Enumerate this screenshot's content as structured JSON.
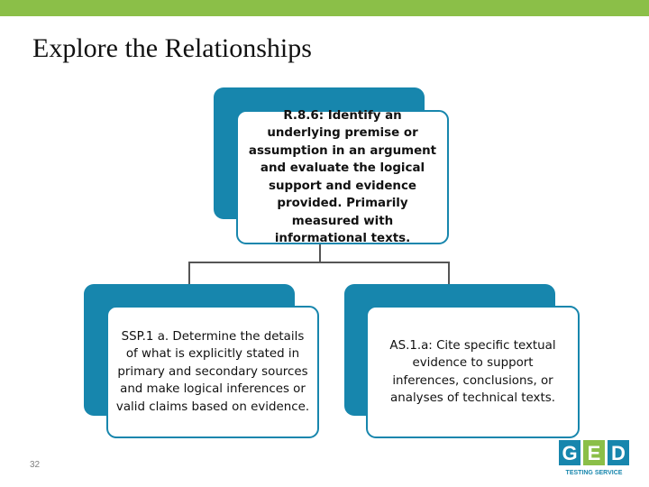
{
  "header": {
    "title": "Explore the Relationships",
    "accent_color": "#8bbf48"
  },
  "diagram": {
    "box_color": "#1786ad",
    "top": {
      "text": "R.8.6: Identify an underlying premise or assumption in an argument and evaluate the logical support and evidence provided.  Primarily measured with informational texts."
    },
    "children": [
      {
        "text": "SSP.1 a. Determine the details of what is explicitly stated in primary and secondary sources and make logical inferences or valid claims based on evidence."
      },
      {
        "text": "AS.1.a: Cite specific textual evidence to support inferences, conclusions, or analyses of technical texts."
      }
    ]
  },
  "footer": {
    "page_number": "32",
    "logo_letters": [
      "G",
      "E",
      "D"
    ],
    "logo_tagline": "TESTING SERVICE"
  }
}
